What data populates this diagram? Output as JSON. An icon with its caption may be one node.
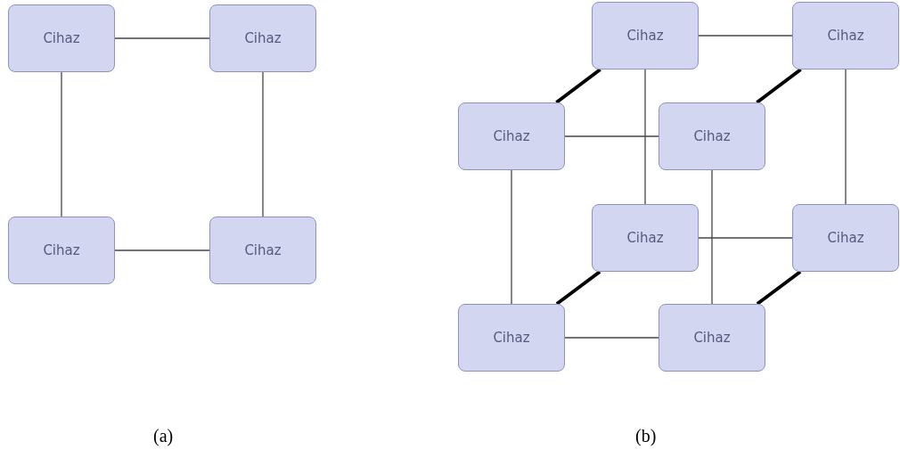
{
  "diagram": {
    "nodes": [
      {
        "text": [
          "Cihaz"
        ]
      },
      {
        "text": [
          "Cihaz"
        ]
      },
      {
        "text": [
          "Cihaz"
        ]
      },
      {
        "text": [
          "Cihaz"
        ]
      },
      {
        "text": [
          "Cihaz"
        ]
      },
      {
        "text": [
          "Cihaz"
        ]
      },
      {
        "text": [
          "Cihaz"
        ]
      },
      {
        "text": [
          "Cihaz"
        ]
      },
      {
        "text": [
          "Cihaz"
        ]
      },
      {
        "text": [
          "Cihaz"
        ]
      },
      {
        "text": [
          "Cihaz"
        ]
      },
      {
        "text": [
          "Cihaz"
        ]
      }
    ],
    "edges": [
      {
        "from": 0,
        "to": 1,
        "arrow": "none"
      },
      {
        "from": 0,
        "to": 2,
        "arrow": "none"
      },
      {
        "from": 1,
        "to": 3,
        "arrow": "none"
      },
      {
        "from": 2,
        "to": 3,
        "arrow": "none"
      },
      {
        "from": 4,
        "to": 5,
        "arrow": "none"
      },
      {
        "from": 4,
        "to": 6,
        "arrow": "none",
        "style": "thick"
      },
      {
        "from": 5,
        "to": 7,
        "arrow": "none",
        "style": "thick"
      },
      {
        "from": 6,
        "to": 7,
        "arrow": "none"
      },
      {
        "from": 4,
        "to": 8,
        "arrow": "none"
      },
      {
        "from": 5,
        "to": 9,
        "arrow": "none"
      },
      {
        "from": 6,
        "to": 10,
        "arrow": "none"
      },
      {
        "from": 7,
        "to": 11,
        "arrow": "none"
      },
      {
        "from": 8,
        "to": 9,
        "arrow": "none"
      },
      {
        "from": 8,
        "to": 10,
        "arrow": "none",
        "style": "thick"
      },
      {
        "from": 9,
        "to": 11,
        "arrow": "none",
        "style": "thick"
      },
      {
        "from": 10,
        "to": 11,
        "arrow": "none"
      }
    ],
    "labels": [
      "(a)",
      "(b)"
    ]
  }
}
